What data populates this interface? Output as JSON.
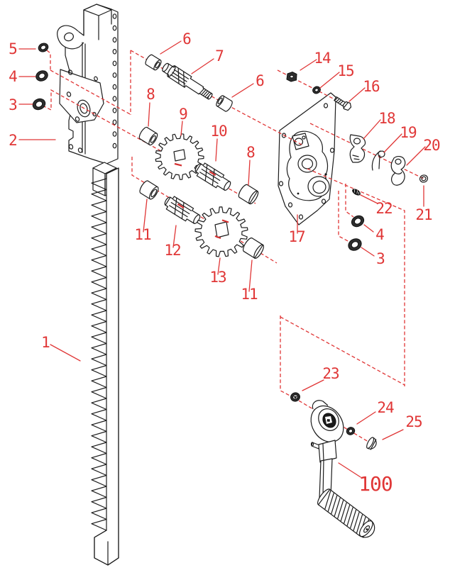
{
  "figure": {
    "kind": "exploded-parts-diagram",
    "background": "#ffffff",
    "line_color": "#1c1c1c",
    "callout_color": "#e03636",
    "highlight_color": "#d42f2f"
  },
  "callouts": [
    "5",
    "4",
    "3",
    "2",
    "6",
    "7",
    "6",
    "8",
    "9",
    "10",
    "8",
    "1",
    "11",
    "12",
    "13",
    "11",
    "17",
    "14",
    "15",
    "16",
    "18",
    "19",
    "20",
    "21",
    "22",
    "4",
    "3",
    "23",
    "24",
    "25",
    "100"
  ]
}
